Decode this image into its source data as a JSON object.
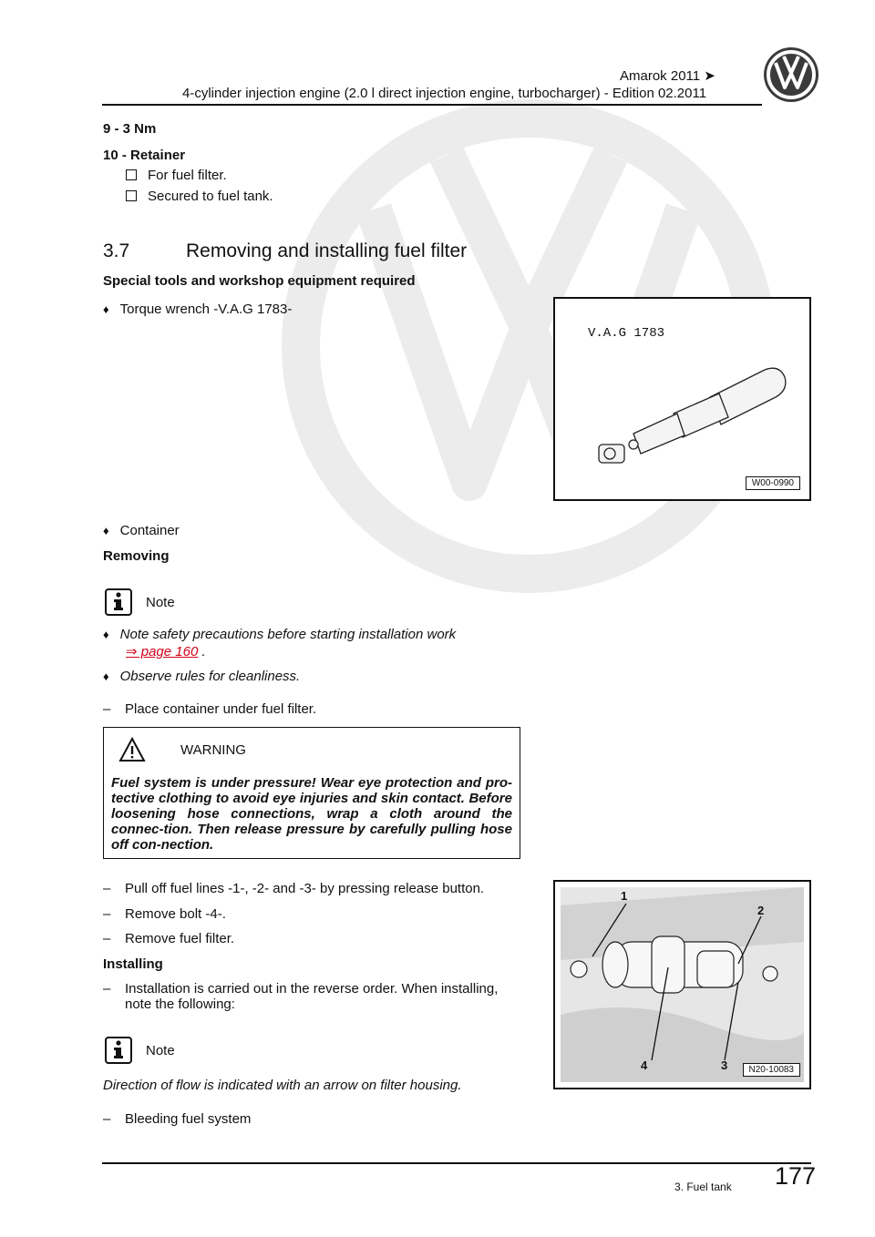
{
  "header": {
    "model": "Amarok 2011",
    "model_arrow": "➤",
    "title": "4-cylinder injection engine (2.0 l direct injection engine, turbocharger) - Edition 02.2011"
  },
  "torque_item": "9 - 3 Nm",
  "retainer": {
    "heading": "10 - Retainer",
    "items": [
      "For fuel filter.",
      "Secured to fuel tank."
    ]
  },
  "section": {
    "number": "3.7",
    "title": "Removing and installing fuel filter"
  },
  "tools_heading": "Special tools and workshop equipment required",
  "tools": [
    "Torque wrench -V.A.G 1783-",
    "Container"
  ],
  "figure1": {
    "tool_label": "V.A.G 1783",
    "code": "W00-0990"
  },
  "removing": {
    "heading": "Removing",
    "note_label": "Note",
    "note1_text": "Note safety precautions before starting installation work",
    "note1_link": "⇒ page 160",
    "note1_after": " .",
    "note2": "Observe rules for cleanliness.",
    "step1": "Place container under fuel filter."
  },
  "warning": {
    "label": "WARNING",
    "text": "Fuel system is under pressure! Wear eye protection and pro-tective clothing to avoid eye injuries and skin contact. Before loosening hose connections, wrap a cloth around the connec-tion. Then release pressure by carefully pulling hose off con-nection."
  },
  "steps2": [
    "Pull off fuel lines -1-, -2- and -3- by pressing release button.",
    "Remove bolt -4-.",
    "Remove fuel filter."
  ],
  "installing": {
    "heading": "Installing",
    "step": "Installation is carried out in the reverse order. When installing, note the following:",
    "note_label": "Note",
    "note_text": "Direction of flow is indicated with an arrow on filter housing.",
    "last_step": "Bleeding fuel system"
  },
  "figure2": {
    "code": "N20-10083",
    "callouts": [
      "1",
      "2",
      "4",
      "3"
    ]
  },
  "dash_glyph": "–",
  "diamond_glyph": "♦",
  "footer": {
    "chapter": "3. Fuel tank",
    "page": "177"
  }
}
